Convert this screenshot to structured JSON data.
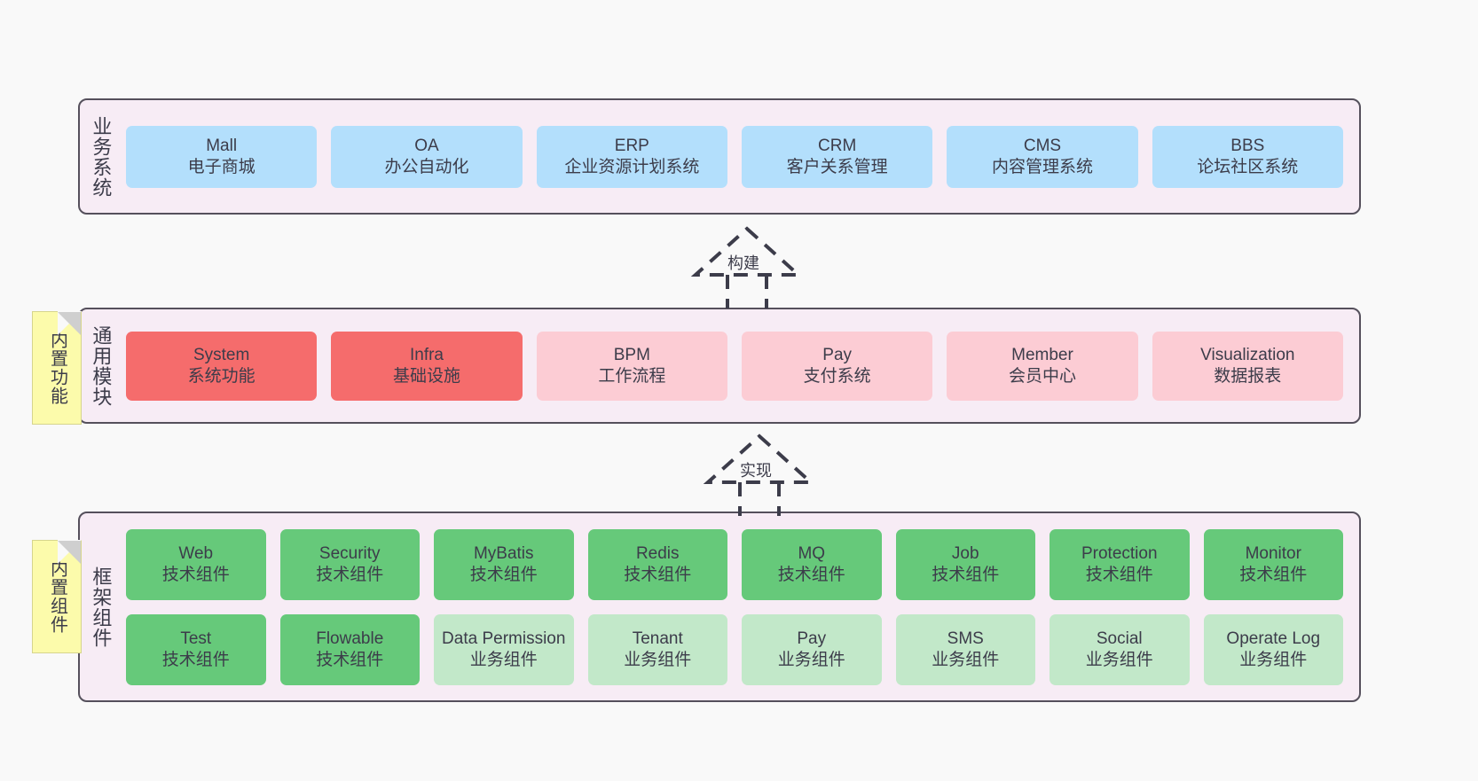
{
  "diagram": {
    "title_hidden": "",
    "colors": {
      "band_background": "#f7ecf5",
      "band_border": "#55505c",
      "business": "#b3dffc",
      "module_core": "#f56c6c",
      "module_plain": "#fcccd4",
      "tech_component": "#66c97a",
      "biz_component": "#c2e8c9",
      "note": "#fcfbab",
      "canvas": "#f9f9f9"
    }
  },
  "layers": {
    "business": {
      "title": "业务系统",
      "rows": [
        [
          {
            "en": "Mall",
            "cn": "电子商城",
            "tone": "c-blue"
          },
          {
            "en": "OA",
            "cn": "办公自动化",
            "tone": "c-blue"
          },
          {
            "en": "ERP",
            "cn": "企业资源计划系统",
            "tone": "c-blue"
          },
          {
            "en": "CRM",
            "cn": "客户关系管理",
            "tone": "c-blue"
          },
          {
            "en": "CMS",
            "cn": "内容管理系统",
            "tone": "c-blue"
          },
          {
            "en": "BBS",
            "cn": "论坛社区系统",
            "tone": "c-blue"
          }
        ]
      ]
    },
    "common": {
      "title": "通用模块",
      "note": "内置功能",
      "rows": [
        [
          {
            "en": "System",
            "cn": "系统功能",
            "tone": "c-red"
          },
          {
            "en": "Infra",
            "cn": "基础设施",
            "tone": "c-red"
          },
          {
            "en": "BPM",
            "cn": "工作流程",
            "tone": "c-pink"
          },
          {
            "en": "Pay",
            "cn": "支付系统",
            "tone": "c-pink"
          },
          {
            "en": "Member",
            "cn": "会员中心",
            "tone": "c-pink"
          },
          {
            "en": "Visualization",
            "cn": "数据报表",
            "tone": "c-pink"
          }
        ]
      ]
    },
    "framework": {
      "title": "框架组件",
      "note": "内置组件",
      "rows": [
        [
          {
            "en": "Web",
            "cn": "技术组件",
            "tone": "c-green"
          },
          {
            "en": "Security",
            "cn": "技术组件",
            "tone": "c-green"
          },
          {
            "en": "MyBatis",
            "cn": "技术组件",
            "tone": "c-green"
          },
          {
            "en": "Redis",
            "cn": "技术组件",
            "tone": "c-green"
          },
          {
            "en": "MQ",
            "cn": "技术组件",
            "tone": "c-green"
          },
          {
            "en": "Job",
            "cn": "技术组件",
            "tone": "c-green"
          },
          {
            "en": "Protection",
            "cn": "技术组件",
            "tone": "c-green"
          },
          {
            "en": "Monitor",
            "cn": "技术组件",
            "tone": "c-green"
          }
        ],
        [
          {
            "en": "Test",
            "cn": "技术组件",
            "tone": "c-green"
          },
          {
            "en": "Flowable",
            "cn": "技术组件",
            "tone": "c-green"
          },
          {
            "en": "Data Permission",
            "cn": "业务组件",
            "tone": "c-lightgreen"
          },
          {
            "en": "Tenant",
            "cn": "业务组件",
            "tone": "c-lightgreen"
          },
          {
            "en": "Pay",
            "cn": "业务组件",
            "tone": "c-lightgreen"
          },
          {
            "en": "SMS",
            "cn": "业务组件",
            "tone": "c-lightgreen"
          },
          {
            "en": "Social",
            "cn": "业务组件",
            "tone": "c-lightgreen"
          },
          {
            "en": "Operate Log",
            "cn": "业务组件",
            "tone": "c-lightgreen"
          }
        ]
      ]
    }
  },
  "connectors": [
    {
      "id": "build",
      "label": "构建",
      "style": "dashed-generalization",
      "direction": "up"
    },
    {
      "id": "impl",
      "label": "实现",
      "style": "dashed-generalization",
      "direction": "up"
    }
  ]
}
